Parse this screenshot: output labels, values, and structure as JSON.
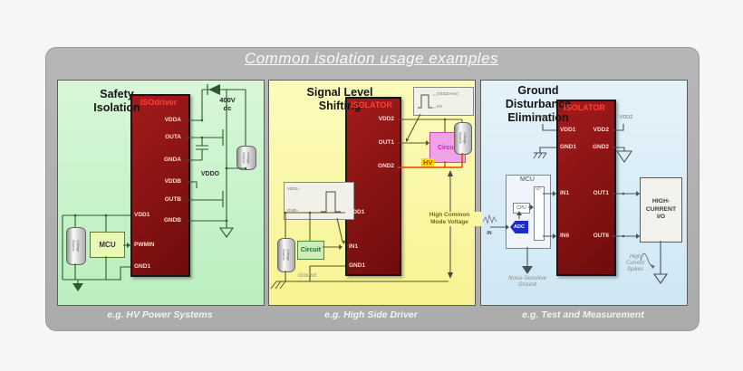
{
  "slide": {
    "title": "Common isolation usage examples"
  },
  "panels": [
    {
      "heading": "Safety\nIsolation",
      "caption": "e.g. HV Power Systems",
      "chip": {
        "title": "ISOdriver",
        "right_pins": [
          "VDDA",
          "OUTA",
          "GNDA",
          "VDDB",
          "OUTB",
          "GNDB"
        ],
        "left_pins": [
          "VDD1",
          "PWMIN",
          "GND1"
        ]
      },
      "labels": {
        "supply": "400V\ndc",
        "vddo": "VDDO",
        "mcu": "MCU",
        "source_right": "Voltage\nSource",
        "source_left": "Voltage\nSource"
      }
    },
    {
      "heading": "Signal Level\nShifting",
      "caption": "e.g. High Side Driver",
      "chip": {
        "title": "ISOLATOR",
        "right_pins": [
          "VDD2",
          "OUT1",
          "GND2"
        ],
        "left_pins": [
          "VDD1",
          "IN1",
          "GND1"
        ]
      },
      "labels": {
        "wave_top_high": "(VDD2+HV)",
        "wave_top_low": "HV",
        "wave_bottom_high": "VDD1–",
        "wave_bottom_low": "GND–",
        "circuit_top": "Circuit",
        "circuit_bottom": "Circuit",
        "hv": "HV",
        "common_mode": "High Common\nMode Voltage",
        "ground": "Ground",
        "source_right": "Voltage\nSource",
        "source_left": "Voltage\nSource"
      }
    },
    {
      "heading": "Ground\nDisturbance\nElimination",
      "caption": "e.g. Test and Measurement",
      "chip": {
        "title": "ISOLATOR",
        "left_pins": [
          "VDD1",
          "GND1",
          "IN1",
          "IN6"
        ],
        "right_pins": [
          "VDD2",
          "GND2",
          "OUT1",
          "OUT6"
        ]
      },
      "labels": {
        "vdd1_ext": "VDD1",
        "vdd2_ext": "VDD2",
        "mcu": "MCU",
        "cpu": "CPU",
        "io": "I/O",
        "adc": "ADC",
        "in": "IN",
        "high_current_io": "HIGH-\nCURRENT\nI/O",
        "noise_ground": "Noise-Sensitive\nGround",
        "spikes": "High\nCurrent\nSpikes"
      }
    }
  ],
  "colors": {
    "panel1_bg": "#cdf2cc",
    "panel2_bg": "#fbf8a3",
    "panel3_bg": "#d9ecf7",
    "chip_body": "#8b1414",
    "chip_title": "#ff4034",
    "hv_wire": "#e84000",
    "hv_label_bg": "#ffd900",
    "adc_blue": "#1b2bce",
    "slide_gray": "#b0b0b0"
  }
}
